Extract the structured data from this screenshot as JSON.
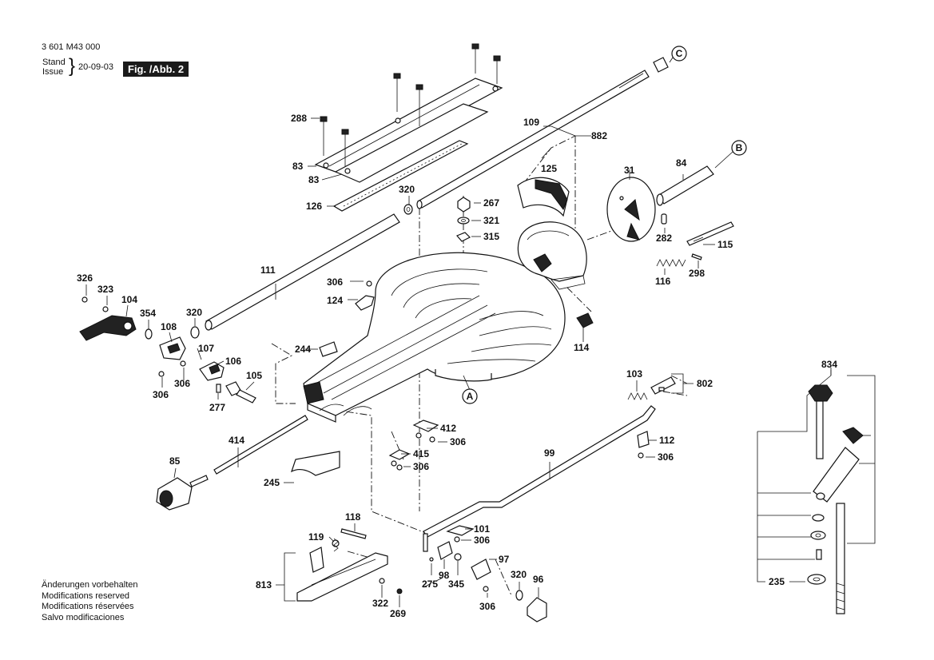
{
  "header": {
    "drawing_number": "3 601 M43 000",
    "stand_label": "Stand",
    "issue_label": "Issue",
    "brace": "}",
    "date": "20-09-03",
    "figure_label": "Fig. /Abb. 2"
  },
  "notes": [
    "Änderungen vorbehalten",
    "Modifications reserved",
    "Modifications réservées",
    "Salvo modificaciones"
  ],
  "callouts": {
    "c": "C",
    "b": "B",
    "a": "A"
  },
  "part_labels": [
    {
      "id": "p288",
      "text": "288"
    },
    {
      "id": "p83a",
      "text": "83"
    },
    {
      "id": "p83b",
      "text": "83"
    },
    {
      "id": "p126",
      "text": "126"
    },
    {
      "id": "p320a",
      "text": "320"
    },
    {
      "id": "p109",
      "text": "109"
    },
    {
      "id": "p882",
      "text": "882"
    },
    {
      "id": "p125",
      "text": "125"
    },
    {
      "id": "p267",
      "text": "267"
    },
    {
      "id": "p321",
      "text": "321"
    },
    {
      "id": "p315",
      "text": "315"
    },
    {
      "id": "p31",
      "text": "31"
    },
    {
      "id": "p84",
      "text": "84"
    },
    {
      "id": "p282",
      "text": "282"
    },
    {
      "id": "p115",
      "text": "115"
    },
    {
      "id": "p116",
      "text": "116"
    },
    {
      "id": "p298",
      "text": "298"
    },
    {
      "id": "p111",
      "text": "111"
    },
    {
      "id": "p306a",
      "text": "306"
    },
    {
      "id": "p124",
      "text": "124"
    },
    {
      "id": "p326",
      "text": "326"
    },
    {
      "id": "p323",
      "text": "323"
    },
    {
      "id": "p104",
      "text": "104"
    },
    {
      "id": "p354",
      "text": "354"
    },
    {
      "id": "p320b",
      "text": "320"
    },
    {
      "id": "p108",
      "text": "108"
    },
    {
      "id": "p107",
      "text": "107"
    },
    {
      "id": "p106",
      "text": "106"
    },
    {
      "id": "p105",
      "text": "105"
    },
    {
      "id": "p244",
      "text": "244"
    },
    {
      "id": "p114",
      "text": "114"
    },
    {
      "id": "p306b",
      "text": "306"
    },
    {
      "id": "p306c",
      "text": "306"
    },
    {
      "id": "p277",
      "text": "277"
    },
    {
      "id": "p103",
      "text": "103"
    },
    {
      "id": "p802",
      "text": "802"
    },
    {
      "id": "p412",
      "text": "412"
    },
    {
      "id": "p306d",
      "text": "306"
    },
    {
      "id": "p112",
      "text": "112"
    },
    {
      "id": "p306e",
      "text": "306"
    },
    {
      "id": "p414",
      "text": "414"
    },
    {
      "id": "p85",
      "text": "85"
    },
    {
      "id": "p415",
      "text": "415"
    },
    {
      "id": "p306f",
      "text": "306"
    },
    {
      "id": "p99",
      "text": "99"
    },
    {
      "id": "p245",
      "text": "245"
    },
    {
      "id": "p118",
      "text": "118"
    },
    {
      "id": "p119",
      "text": "119"
    },
    {
      "id": "p101",
      "text": "101"
    },
    {
      "id": "p306g",
      "text": "306"
    },
    {
      "id": "p97",
      "text": "97"
    },
    {
      "id": "p98",
      "text": "98"
    },
    {
      "id": "p275",
      "text": "275"
    },
    {
      "id": "p345",
      "text": "345"
    },
    {
      "id": "p320c",
      "text": "320"
    },
    {
      "id": "p96",
      "text": "96"
    },
    {
      "id": "p306h",
      "text": "306"
    },
    {
      "id": "p813",
      "text": "813"
    },
    {
      "id": "p322",
      "text": "322"
    },
    {
      "id": "p269",
      "text": "269"
    },
    {
      "id": "p834",
      "text": "834"
    },
    {
      "id": "p235",
      "text": "235"
    }
  ]
}
